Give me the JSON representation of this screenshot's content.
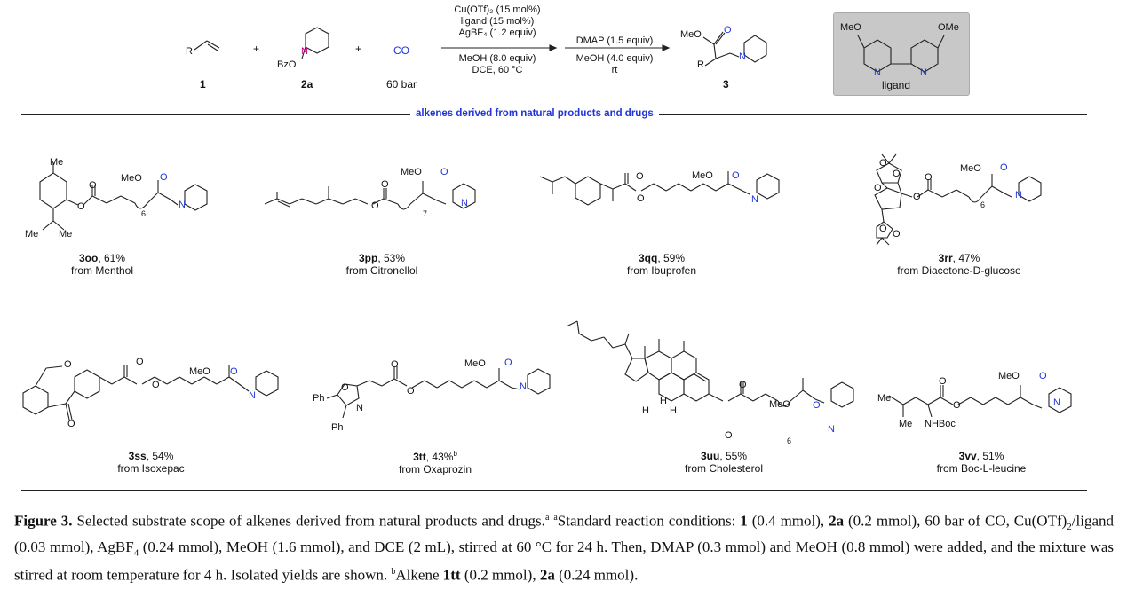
{
  "scheme": {
    "reactant1_label": "1",
    "reactant1_R": "R",
    "plus1": "+",
    "reactant2_label": "2a",
    "reactant2_OBz": "BzO",
    "reactant2_N": "N",
    "plus2": "+",
    "co": "CO",
    "co_pressure": "60 bar",
    "conditions_above": [
      "Cu(OTf)₂ (15 mol%)",
      "ligand (15 mol%)",
      "AgBF₄ (1.2 equiv)"
    ],
    "conditions_below": [
      "MeOH (8.0 equiv)",
      "DCE, 60 °C"
    ],
    "step2_above": "DMAP (1.5 equiv)",
    "step2_below": [
      "MeOH (4.0 equiv)",
      "rt"
    ],
    "product_label": "3",
    "product_MeO": "MeO",
    "product_O": "O",
    "product_R": "R",
    "product_N": "N",
    "ligand_OMe_left": "MeO",
    "ligand_OMe_right": "OMe",
    "ligand_N": "N",
    "ligand_label": "ligand"
  },
  "section_title": "alkenes derived from natural products and drugs",
  "compounds": [
    {
      "id": "3oo",
      "yield": ", 61%",
      "sup": "",
      "source": "from Menthol"
    },
    {
      "id": "3pp",
      "yield": ", 53%",
      "sup": "",
      "source": "from Citronellol"
    },
    {
      "id": "3qq",
      "yield": ", 59%",
      "sup": "",
      "source": "from Ibuprofen"
    },
    {
      "id": "3rr",
      "yield": ", 47%",
      "sup": "",
      "source": "from Diacetone-D-glucose"
    },
    {
      "id": "3ss",
      "yield": ", 54%",
      "sup": "",
      "source": "from Isoxepac"
    },
    {
      "id": "3tt",
      "yield": ", 43%",
      "sup": "b",
      "source": "from Oxaprozin"
    },
    {
      "id": "3uu",
      "yield": ", 55%",
      "sup": "",
      "source": "from Cholesterol"
    },
    {
      "id": "3vv",
      "yield": ", 51%",
      "sup": "",
      "source": "from Boc-L-leucine"
    }
  ],
  "atoms": {
    "me": "Me",
    "meo": "MeO",
    "o": "O",
    "n": "N",
    "h": "H",
    "ph": "Ph",
    "nhboc": "NHBoc",
    "sub6": "6",
    "sub7": "7"
  },
  "caption": {
    "figure_label": "Figure 3.",
    "text1": " Selected substrate scope of alkenes derived from natural products and drugs.",
    "sup_a": "a",
    "sup_a2": "a",
    "text2": "Standard reaction conditions: ",
    "b1": "1",
    "text3": " (0.4 mmol), ",
    "b2": "2a",
    "text4": " (0.2 mmol), 60 bar of CO, Cu(OTf)",
    "sub2": "2",
    "text5": "/ligand (0.03 mmol), AgBF",
    "sub4": "4",
    "text6": " (0.24 mmol), MeOH (1.6 mmol), and DCE (2 mL), stirred at 60 °C for 24 h. Then, DMAP (0.3 mmol) and MeOH (0.8 mmol) were added, and the mixture was stirred at room temperature for 4 h. Isolated yields are shown. ",
    "sup_b": "b",
    "text7": "Alkene ",
    "b3": "1tt",
    "text8": " (0.2 mmol), ",
    "b4": "2a",
    "text9": " (0.24 mmol)."
  }
}
